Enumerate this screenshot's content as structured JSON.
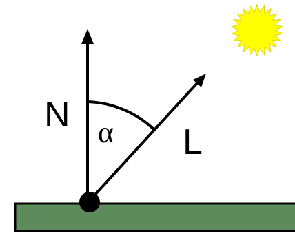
{
  "labels": {
    "normal": "N",
    "light": "L",
    "angle": "α"
  },
  "icons": {
    "sun": "sun-icon"
  },
  "colors": {
    "surface_fill": "#5e8b5b",
    "surface_stroke": "#000000",
    "vector": "#000000",
    "sun_fill": "#ffff00",
    "sun_stroke": "#e6d400",
    "point": "#000000"
  }
}
